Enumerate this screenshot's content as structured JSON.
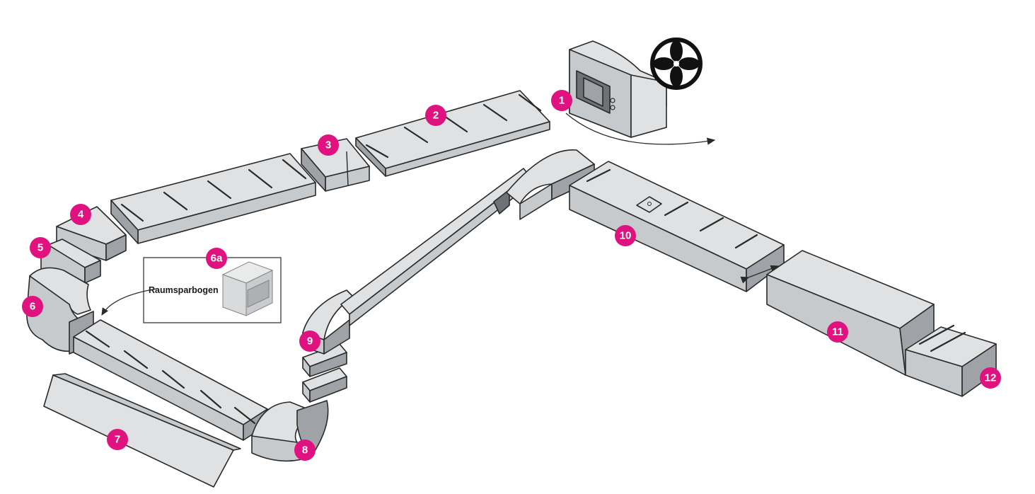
{
  "markers": [
    {
      "id": "m1",
      "label": "1"
    },
    {
      "id": "m2",
      "label": "2"
    },
    {
      "id": "m3",
      "label": "3"
    },
    {
      "id": "m4",
      "label": "4"
    },
    {
      "id": "m5",
      "label": "5"
    },
    {
      "id": "m6",
      "label": "6"
    },
    {
      "id": "m6a",
      "label": "6a"
    },
    {
      "id": "m7",
      "label": "7"
    },
    {
      "id": "m8",
      "label": "8"
    },
    {
      "id": "m9",
      "label": "9"
    },
    {
      "id": "m10",
      "label": "10"
    },
    {
      "id": "m11",
      "label": "11"
    },
    {
      "id": "m12",
      "label": "12"
    }
  ],
  "inset": {
    "callout_label": "Raumsparbogen"
  },
  "colors": {
    "marker": "#e0127f",
    "duct_top": "#dfe1e3",
    "duct_side": "#c7cacd",
    "outline": "#2a2a2a"
  },
  "icons": [
    "fan-icon",
    "arrow-icon"
  ]
}
